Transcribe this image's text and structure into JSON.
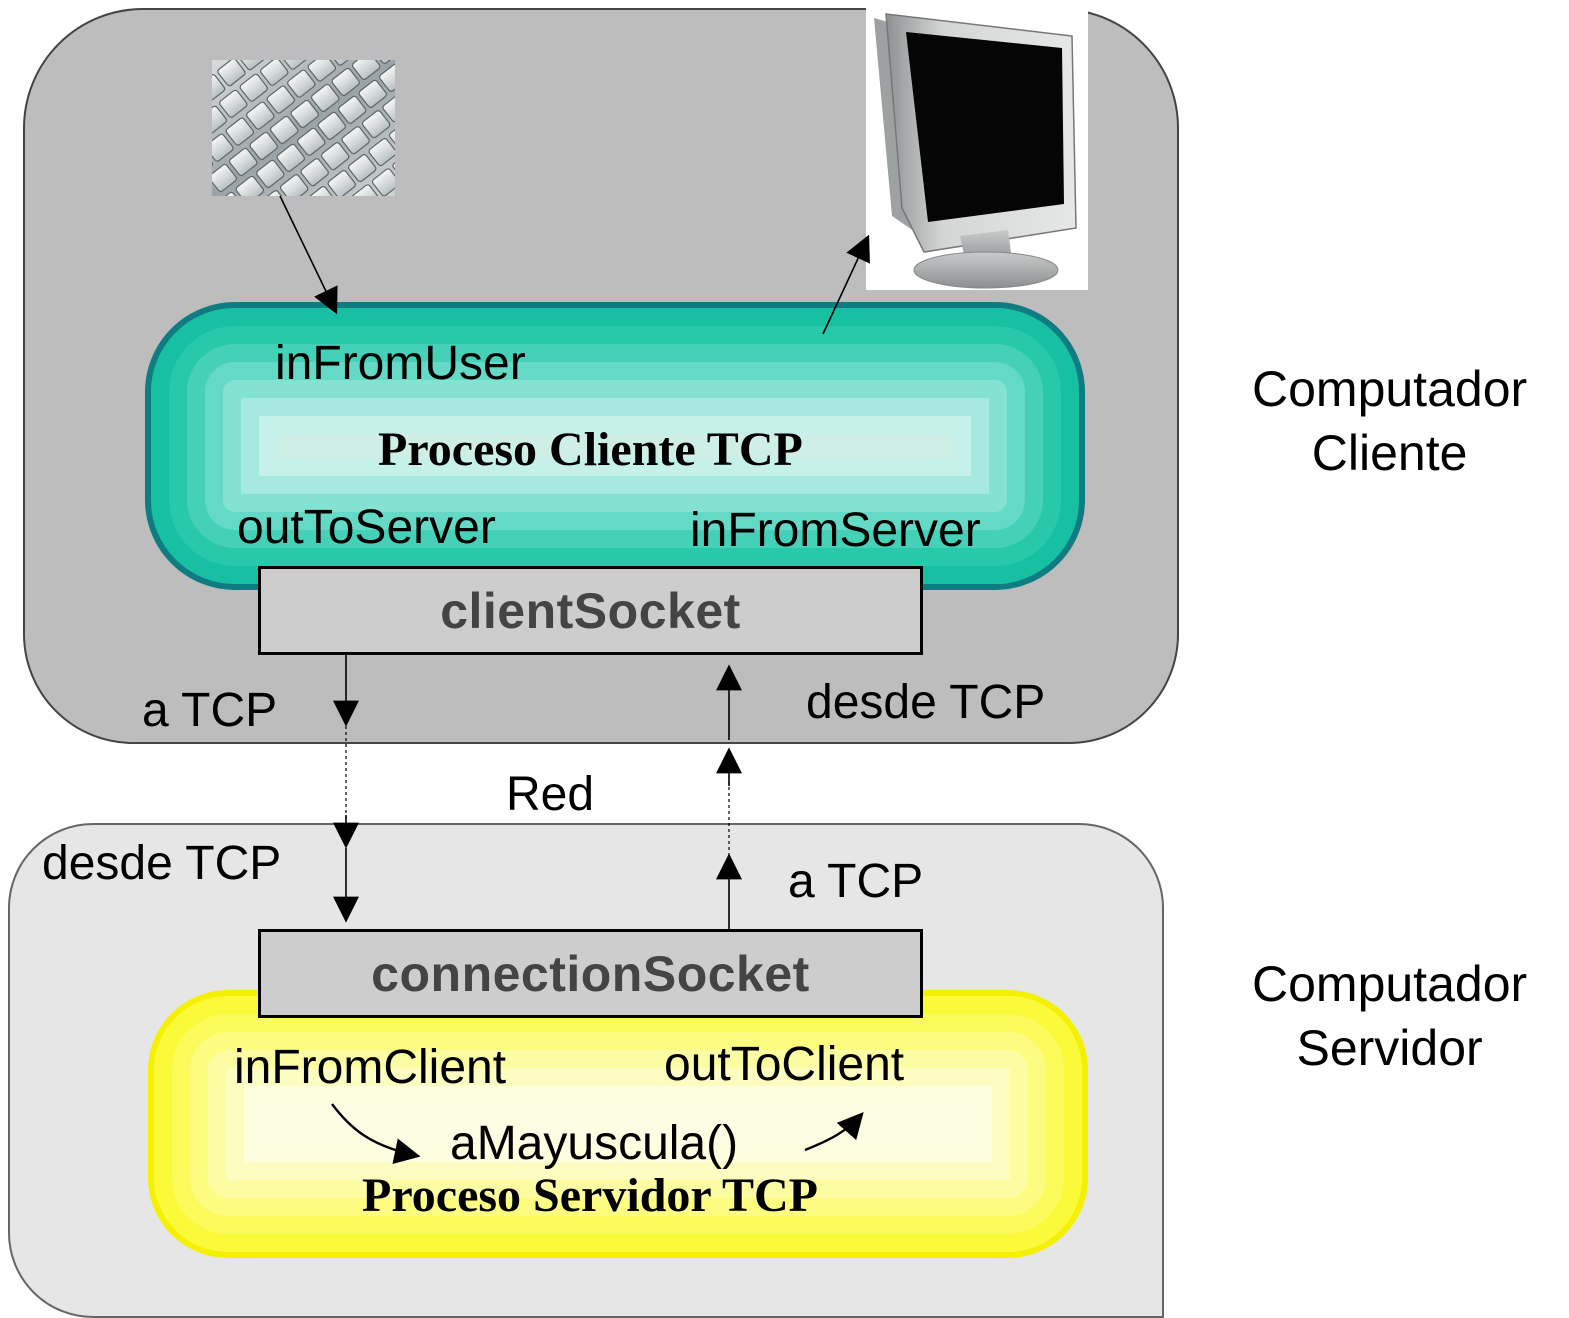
{
  "client_computer": {
    "label_line1": "Computador",
    "label_line2": "Cliente",
    "process_title": "Proceso Cliente TCP",
    "in_from_user": "inFromUser",
    "out_to_server": "outToServer",
    "in_from_server": "inFromServer",
    "socket": "clientSocket",
    "a_tcp": "a TCP",
    "desde_tcp": "desde TCP"
  },
  "network": {
    "label": "Red"
  },
  "server_computer": {
    "label_line1": "Computador",
    "label_line2": "Servidor",
    "process_title": "Proceso Servidor TCP",
    "in_from_client": "inFromClient",
    "out_to_client": "outToClient",
    "method": "aMayuscula()",
    "socket": "connectionSocket",
    "desde_tcp": "desde TCP",
    "a_tcp": "a TCP"
  },
  "icons": {
    "keyboard": "keyboard-icon",
    "monitor": "monitor-icon"
  },
  "colors": {
    "client_box": "#bdbdbd",
    "server_box": "#e6e6e6",
    "client_process": "#17c0a2",
    "client_process_border": "#0e7c80",
    "server_process": "#f5f000",
    "socket_fill": "#cdcdcd"
  }
}
